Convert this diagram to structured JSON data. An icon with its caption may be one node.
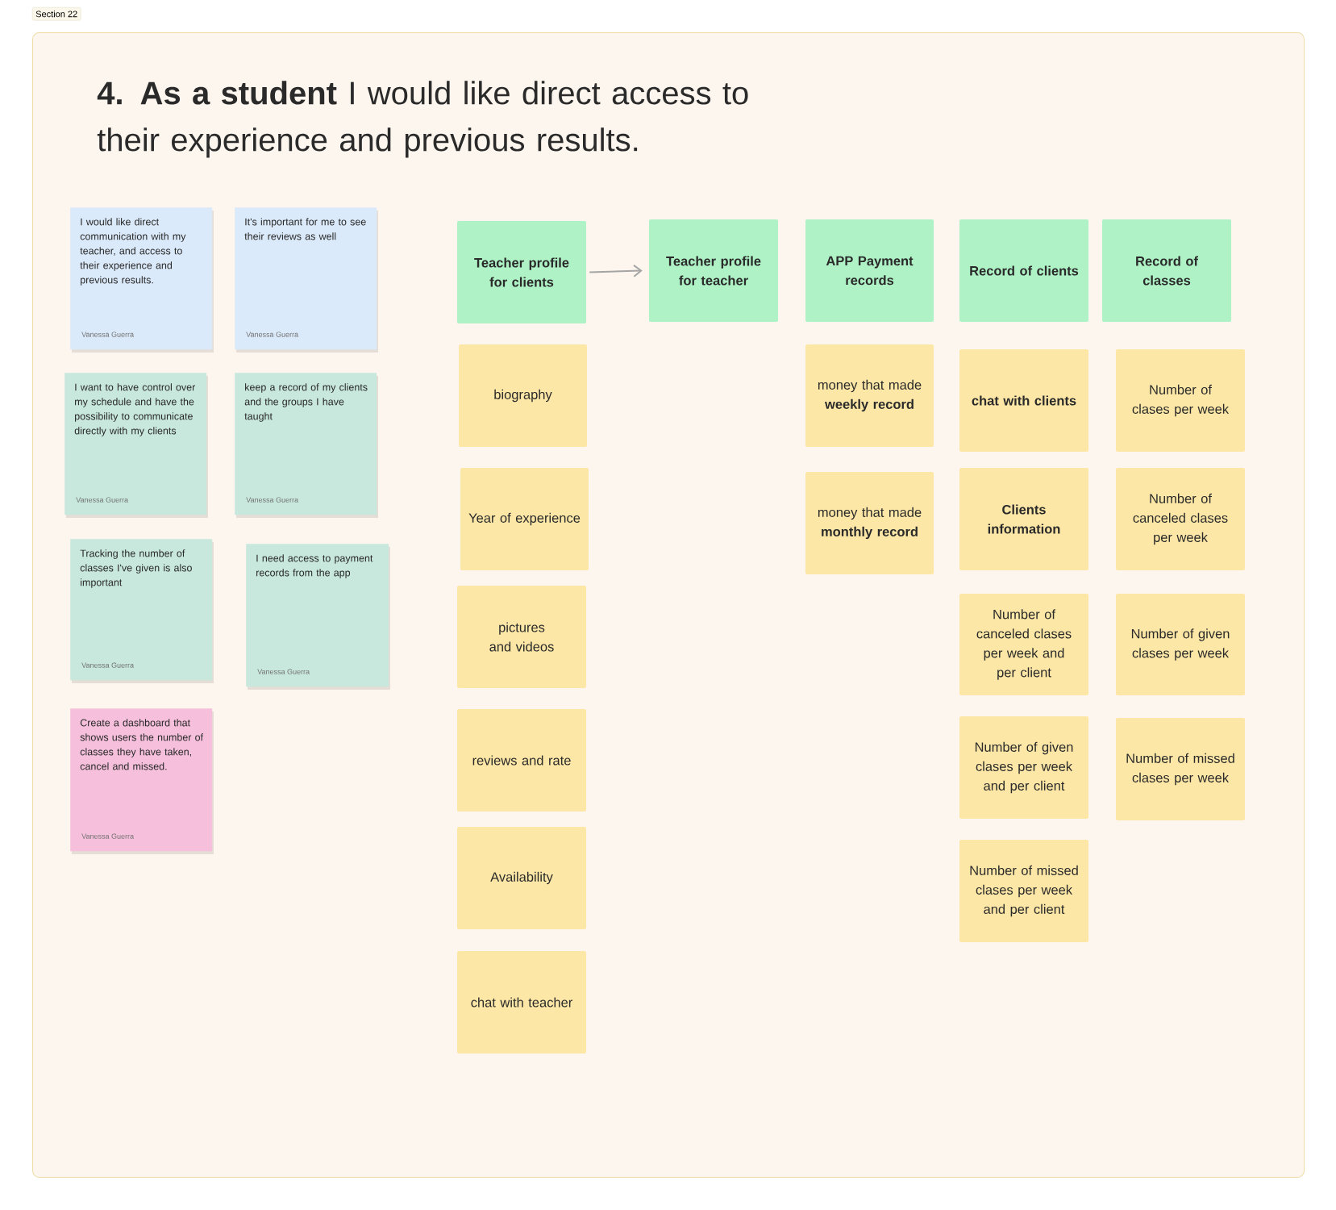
{
  "diagram": {
    "title": "**4. As a student** I would like direct access to their experience and previous results.",
    "nodes": [
      {
        "text": [
          "Section 22"
        ]
      },
      {
        "text": [
          "I would like direct communication with my teacher, and access to their experience and previous results.",
          "Vanessa Guerra"
        ],
        "in": 0
      },
      {
        "text": [
          "It's important for me to see their reviews as well",
          "Vanessa Guerra"
        ],
        "in": 0
      },
      {
        "text": [
          "I want to have control over my schedule and have the possibility to communicate directly with my clients",
          "Vanessa Guerra"
        ],
        "in": 0
      },
      {
        "text": [
          "keep a record of my clients and the groups I have taught",
          "Vanessa Guerra"
        ],
        "in": 0
      },
      {
        "text": [
          "Tracking the number of classes I've given is also important",
          "Vanessa Guerra"
        ],
        "in": 0
      },
      {
        "text": [
          "I need access to payment records from the app",
          "Vanessa Guerra"
        ],
        "in": 0
      },
      {
        "text": [
          "Create a dashboard that shows users the number of classes they have taken, cancel and missed.",
          "Vanessa Guerra"
        ],
        "in": 0
      },
      {
        "text": [
          "Teacher profile for clients"
        ],
        "in": 0
      },
      {
        "text": [
          "Teacher profile for teacher"
        ],
        "in": 0
      },
      {
        "text": [
          "APP Payment records"
        ],
        "in": 0
      },
      {
        "text": [
          "Record of clients"
        ],
        "in": 0
      },
      {
        "text": [
          "Record of classes"
        ],
        "in": 0
      },
      {
        "text": [
          "biography"
        ],
        "in": 0
      },
      {
        "text": [
          "Year of experience"
        ],
        "in": 0
      },
      {
        "text": [
          "pictures and videos"
        ],
        "in": 0
      },
      {
        "text": [
          "reviews and rate"
        ],
        "in": 0
      },
      {
        "text": [
          "Availability"
        ],
        "in": 0
      },
      {
        "text": [
          "chat with teacher"
        ],
        "in": 0
      },
      {
        "text": [
          "money that made **weekly record**"
        ],
        "in": 0
      },
      {
        "text": [
          "money that made **monthly record**"
        ],
        "in": 0
      },
      {
        "text": [
          "chat with clients"
        ],
        "in": 0
      },
      {
        "text": [
          "Clients information"
        ],
        "in": 0
      },
      {
        "text": [
          "Number of canceled clases per week and per client"
        ],
        "in": 0
      },
      {
        "text": [
          "Number of given clases per week and per client"
        ],
        "in": 0
      },
      {
        "text": [
          "Number of missed clases per week and per client"
        ],
        "in": 0
      },
      {
        "text": [
          "Number of clases per week"
        ],
        "in": 0
      },
      {
        "text": [
          "Number of canceled clases per week"
        ],
        "in": 0
      },
      {
        "text": [
          "Number of given clases per week"
        ],
        "in": 0
      },
      {
        "text": [
          "Number of missed clases per week"
        ],
        "in": 0
      }
    ],
    "edges": [
      {
        "from": 8,
        "to": 9,
        "arrow": "to"
      }
    ]
  }
}
